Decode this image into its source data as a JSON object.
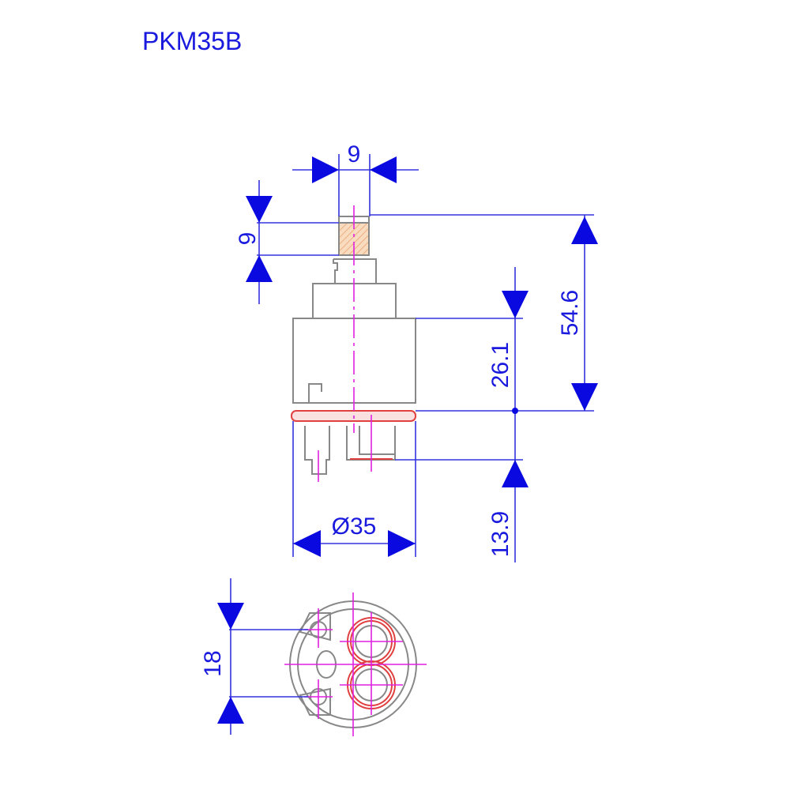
{
  "title": "PKM35B",
  "dimensions": {
    "stem_width": "9",
    "stem_height": "9",
    "total_height": "54.6",
    "body_height": "26.1",
    "lower_height": "13.9",
    "diameter": "Ø35",
    "port_spacing": "18"
  },
  "colors": {
    "dimension": "#1a1adf",
    "outline": "#888888",
    "centerline": "#e020e0",
    "seal": "#e04040",
    "hatch": "#f5c89a"
  }
}
